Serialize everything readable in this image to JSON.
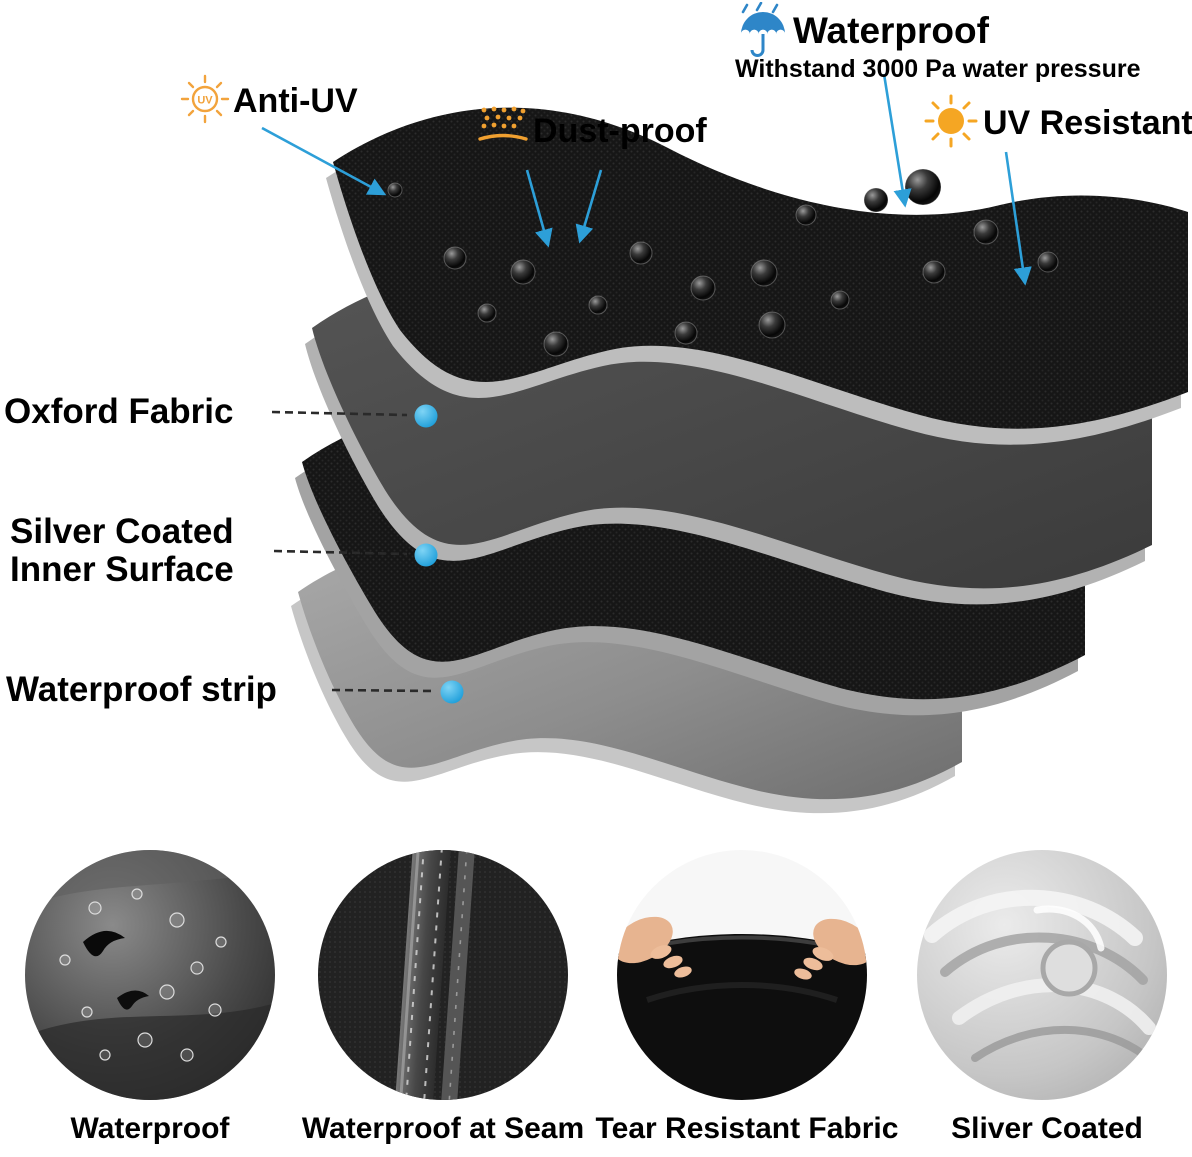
{
  "callouts": {
    "anti_uv": {
      "label": "Anti-UV"
    },
    "dust_proof": {
      "label": "Dust-proof"
    },
    "waterproof": {
      "label": "Waterproof",
      "subtitle": "Withstand 3000 Pa water pressure"
    },
    "uv_resistant": {
      "label": "UV Resistant"
    }
  },
  "layer_labels": {
    "oxford": {
      "label": "Oxford Fabric"
    },
    "silver": {
      "line1": "Silver Coated",
      "line2": "Inner Surface"
    },
    "strip": {
      "label": "Waterproof strip"
    }
  },
  "features": [
    {
      "caption": "Waterproof"
    },
    {
      "caption": "Waterproof at Seam"
    },
    {
      "caption": "Tear Resistant Fabric"
    },
    {
      "caption": "Sliver Coated"
    }
  ],
  "colors": {
    "accent_blue": "#2d9fd8",
    "accent_orange": "#f5a623",
    "marker_blue": "#29a8e0"
  }
}
